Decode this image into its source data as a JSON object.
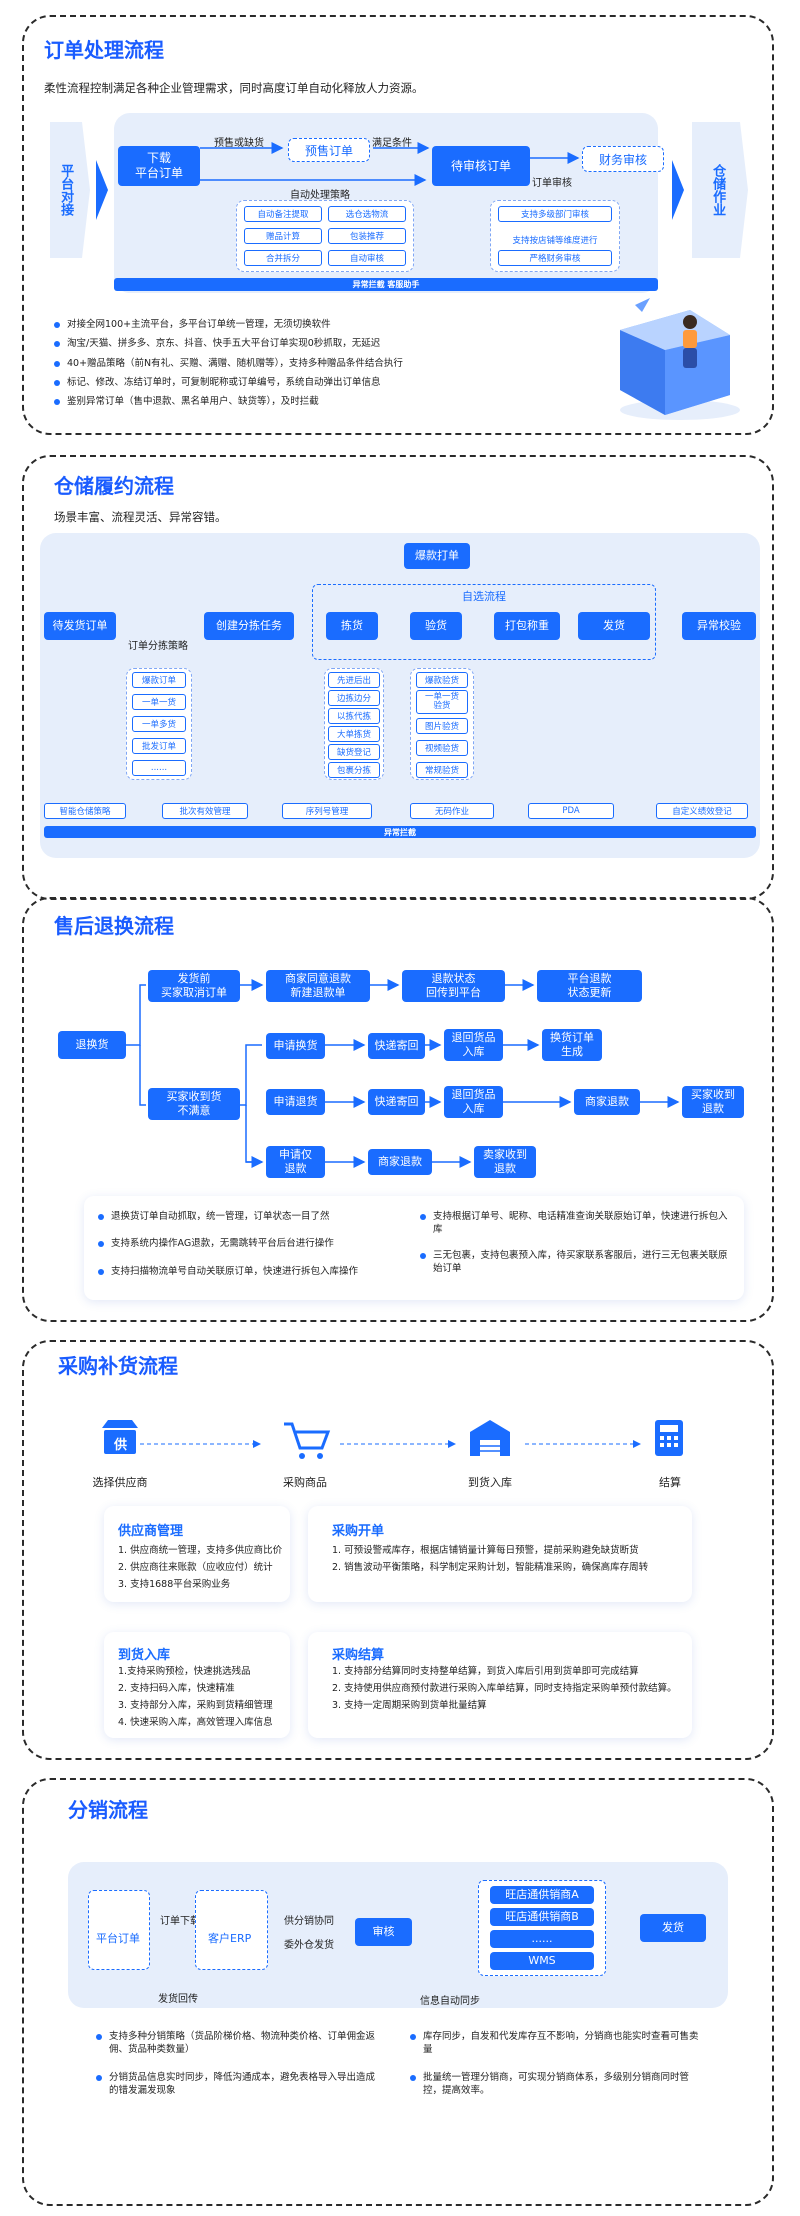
{
  "colors": {
    "accent": "#1a6cff",
    "panel": "#e6eefb"
  },
  "s1": {
    "title": "订单处理流程",
    "subtitle": "柔性流程控制满足各种企业管理需求，同时高度订单自动化释放人力资源。",
    "left": "平台对接",
    "right": "仓储作业",
    "download": "下载\n平台订单",
    "presale_lbl": "预售或缺货",
    "presale": "预售订单",
    "cond": "满足条件",
    "pending": "待审核订单",
    "audit_lbl": "订单审核",
    "finance": "财务审核",
    "auto_strategy": "自动处理策略",
    "pills": [
      "自动备注提取",
      "选仓选物流",
      "赠品计算",
      "包装推荐",
      "合并拆分",
      "自动审核"
    ],
    "rpills": [
      "支持多级部门审核",
      "支持按店铺等维度进行",
      "严格财务审核"
    ],
    "bar": "异常拦截 客服助手",
    "bullets": [
      "对接全网100+主流平台，多平台订单统一管理，无须切换软件",
      "淘宝/天猫、拼多多、京东、抖音、快手五大平台订单实现0秒抓取，无延迟",
      "40+赠品策略（前N有礼、买赠、满赠、随机赠等），支持多种赠品条件结合执行",
      "标记、修改、冻结订单时，可复制昵称或订单编号，系统自动弹出订单信息",
      "鉴别异常订单（售中退款、黑名单用户、缺货等），及时拦截"
    ]
  },
  "s2": {
    "title": "仓储履约流程",
    "subtitle": "场景丰富、流程灵活、异常容错。",
    "wait": "待发货订单",
    "create": "创建分拣任务",
    "pick": "拣货",
    "check": "验货",
    "pack": "打包称重",
    "ship": "发货",
    "abnormal": "异常校验",
    "hot": "爆款打单",
    "custom": "自选流程",
    "task_lbl": "订单分拣策略",
    "col1": [
      "爆款订单",
      "一单一货",
      "一单多货",
      "批发订单",
      "......"
    ],
    "col2": [
      "先进后出",
      "边拣边分",
      "以拣代拣",
      "大单拣货",
      "缺货登记",
      "包裹分拣"
    ],
    "col3": [
      "爆款验货",
      "一单一货\n验货",
      "图片验货",
      "视频验货",
      "常规验货"
    ],
    "bottom": [
      "智能仓储策略",
      "批次有效管理",
      "序列号管理",
      "无码作业",
      "PDA",
      "自定义绩效登记"
    ],
    "bar": "异常拦截"
  },
  "s3": {
    "title": "售后退换流程",
    "root": "退换货",
    "b1": "发货前\n买家取消订单",
    "b1a": "商家同意退款\n新建退款单",
    "b1b": "退款状态\n回传到平台",
    "b1c": "平台退款\n状态更新",
    "r1": [
      "申请换货",
      "快递寄回",
      "退回货品\n入库",
      "换货订单\n生成"
    ],
    "b2": "买家收到货\n不满意",
    "r2": [
      "申请退货",
      "快递寄回",
      "退回货品\n入库",
      "商家退款",
      "买家收到\n退款"
    ],
    "r3": [
      "申请仅\n退款",
      "商家退款",
      "卖家收到\n退款"
    ],
    "lb": [
      "退换货订单自动抓取，统一管理，订单状态一目了然",
      "支持系统内操作AG退款，无需跳转平台后台进行操作",
      "支持扫描物流单号自动关联原订单，快速进行拆包入库操作"
    ],
    "rb": [
      "支持根据订单号、昵称、电话精准查询关联原始订单，快速进行拆包入库",
      "三无包裹，支持包裹预入库，待买家联系客服后，进行三无包裹关联原始订单"
    ]
  },
  "s4": {
    "title": "采购补货流程",
    "steps": [
      "选择供应商",
      "采购商品",
      "到货入库",
      "结算"
    ],
    "supplier_icon_text": "供",
    "cards": [
      {
        "h": "供应商管理",
        "l": [
          "1. 供应商统一管理，支持多供应商比价",
          "2. 供应商往来账款（应收应付）统计",
          "3. 支持1688平台采购业务"
        ]
      },
      {
        "h": "采购开单",
        "l": [
          "1. 可预设警戒库存，根据店铺销量计算每日预警，提前采购避免缺货断货",
          "2. 销售波动平衡策略，科学制定采购计划，智能精准采购，确保高库存周转"
        ]
      },
      {
        "h": "到货入库",
        "l": [
          "1.支持采购预检，快速挑选残品",
          "2. 支持扫码入库，快速精准",
          "3. 支持部分入库，采购到货精细管理",
          "4. 快速采购入库，高效管理入库信息"
        ]
      },
      {
        "h": "采购结算",
        "l": [
          "1. 支持部分结算同时支持整单结算，到货入库后引用到货单即可完成结算",
          "2. 支持使用供应商预付款进行采购入库单结算，同时支持指定采购单预付款结算。",
          "3. 支持一定周期采购到货单批量结算"
        ]
      }
    ]
  },
  "s5": {
    "title": "分销流程",
    "platform": "平台订单",
    "order_dl": "订单下载",
    "erp": "客户ERP",
    "coop": "供分销协同",
    "consign": "委外仓发货",
    "audit": "审核",
    "stores": [
      "旺店通供销商A",
      "旺店通供销商B",
      "......",
      "WMS"
    ],
    "ship": "发货",
    "ship_back": "发货回传",
    "sync": "信息自动同步",
    "lb": [
      "支持多种分销策略（货品阶梯价格、物流种类价格、订单佣金返佣、货品种类数量）",
      "分销货品信息实时同步，降低沟通成本，避免表格导入导出造成的错发漏发现象"
    ],
    "rb": [
      "库存同步，自发和代发库存互不影响，分销商也能实时查看可售卖量",
      "批量统一管理分销商，可实现分销商体系，多级别分销商同时管控，提高效率。"
    ]
  }
}
